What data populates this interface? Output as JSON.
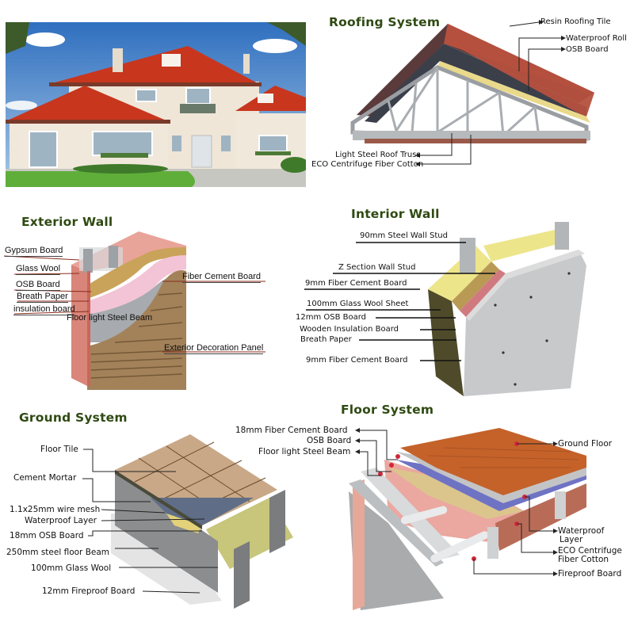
{
  "house_photo": {
    "alt": "Two-storey villa with red tiled hip roof, cream walls, lawn and driveway",
    "colors": {
      "sky": "#4a86c8",
      "roof": "#c8361e",
      "wall": "#efe6d8",
      "lawn": "#5fae3a"
    }
  },
  "roofing_system": {
    "title": "Roofing System",
    "labels": [
      "Resin Roofing Tile",
      "Waterproof Roll",
      "OSB Board",
      "Light Steel Roof Truss",
      "ECO Centrifuge Fiber Cotton"
    ]
  },
  "exterior_wall": {
    "title": "Exterior Wall",
    "labels": [
      "Gypsum Board",
      "Glass Wool",
      "OSB Board",
      "Breath Paper",
      "insulation board",
      "Floor light Steel Beam",
      "Fiber Cement Board",
      "Exterior Decoration Panel"
    ]
  },
  "interior_wall": {
    "title": "Interior Wall",
    "labels": [
      "90mm Steel Wall Stud",
      "Z Section Wall Stud",
      "9mm Fiber Cement Board",
      "100mm Glass Wool Sheet",
      "12mm OSB Board",
      "Wooden Insulation Board",
      "Breath Paper",
      "9mm Fiber Cement Board"
    ]
  },
  "ground_system": {
    "title": "Ground System",
    "labels": [
      "Floor Tile",
      "Cement Mortar",
      "1.1x25mm wire mesh",
      "Waterproof Layer",
      "18mm OSB Board",
      "250mm steel floor Beam",
      "100mm Glass Wool",
      "12mm Fireproof Board"
    ]
  },
  "floor_system": {
    "title": "Floor System",
    "labels": [
      "18mm Fiber Cement Board",
      "OSB Board",
      "Floor light Steel Beam",
      "Ground Floor",
      "Waterproof",
      "Layer",
      "ECO Centrifuge",
      "Fiber Cotton",
      "Fireproof Board"
    ]
  },
  "colors": {
    "title_green": "#2f4a12",
    "roof_tile": "#b5503e",
    "insulation_yellow": "#e9d98a",
    "insulation_pink": "#e8a49a",
    "steel_gray": "#b9bcbf",
    "board_gray": "#c8c9cb",
    "stone": "#a3825a",
    "wood_floor": "#c4622a",
    "waterproof_blue": "#6f73c4"
  }
}
